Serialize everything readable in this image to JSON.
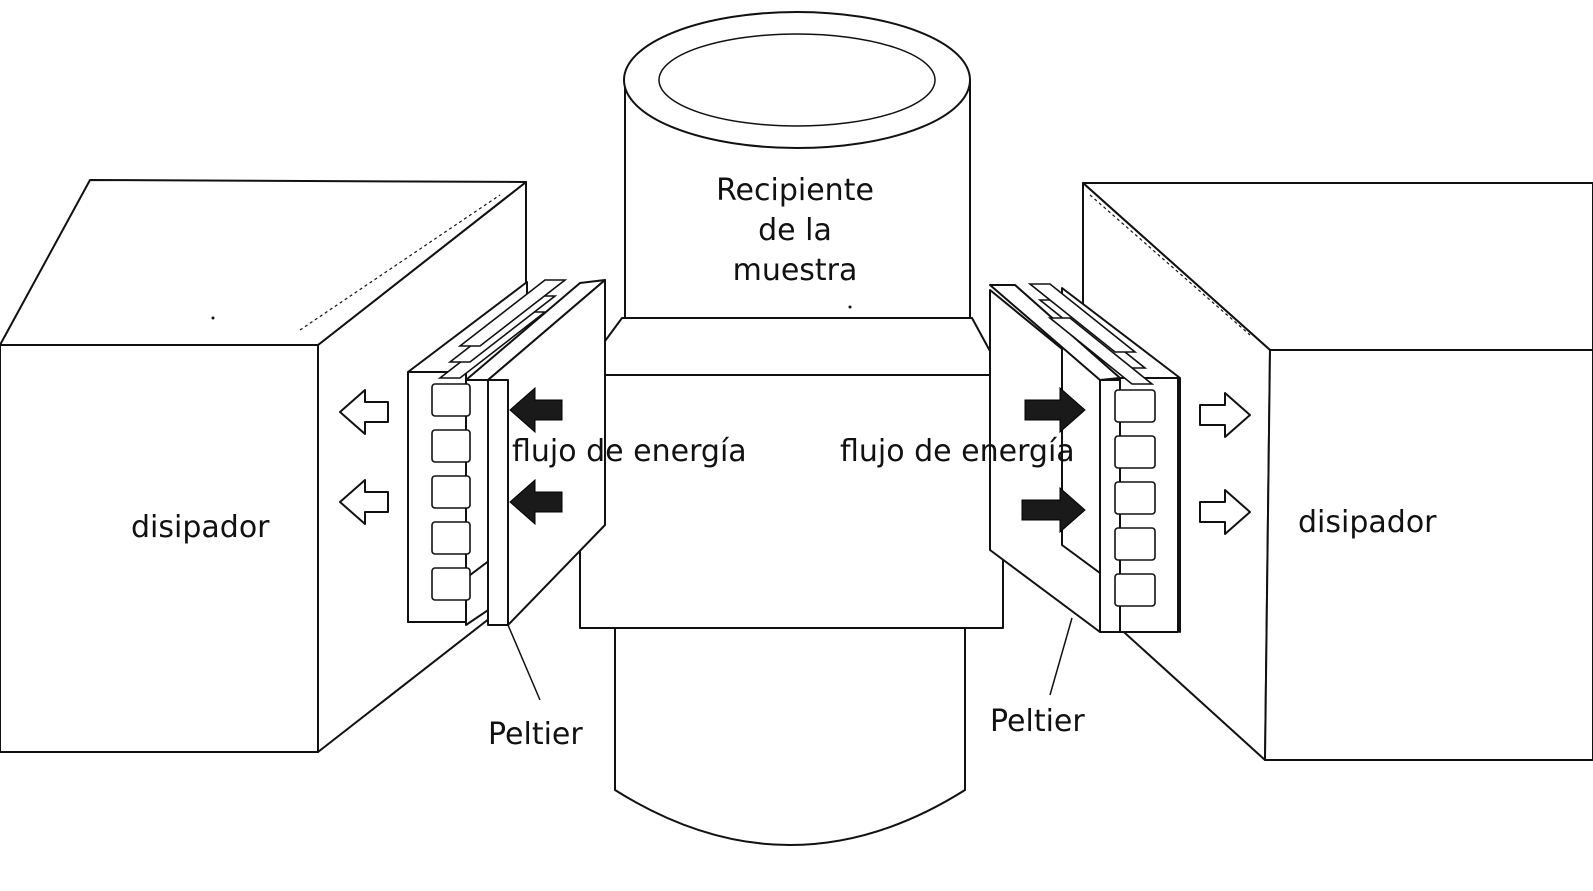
{
  "labels": {
    "container": [
      "Recipiente",
      "de la",
      "muestra"
    ],
    "flow_left": "flujo de energía",
    "flow_right": "flujo de energía",
    "sink_left": "disipador",
    "sink_right": "disipador",
    "peltier_left": "Peltier",
    "peltier_right": "Peltier"
  }
}
